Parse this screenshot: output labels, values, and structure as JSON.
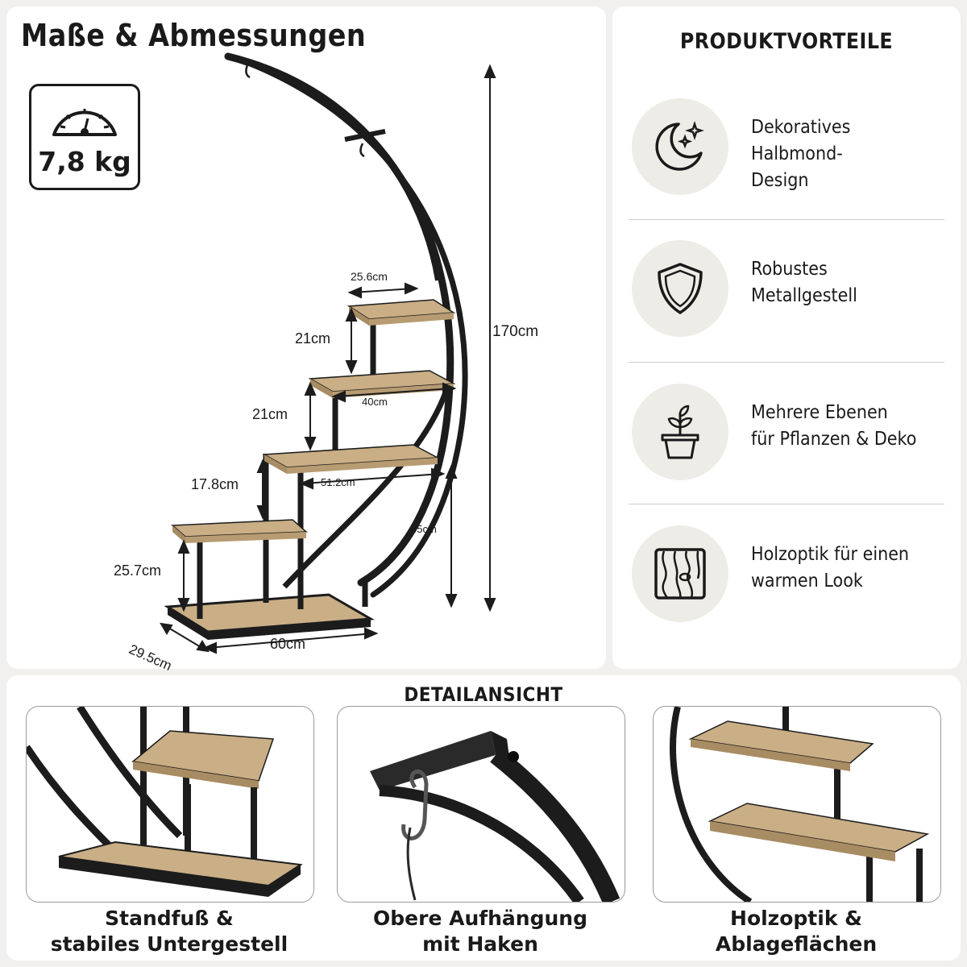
{
  "dimensions_panel": {
    "title": "Maße & Abmessungen",
    "weight": "7,8 kg",
    "labels": {
      "top_depth": "25.6cm",
      "height_upper": "21cm",
      "width_second": "40cm",
      "height_middle": "21cm",
      "width_third": "51.2cm",
      "height_lower": "17.8cm",
      "base_height": "25.7cm",
      "depth": "29.5cm",
      "width_base": "60cm",
      "shelf_height": "45cm",
      "total_height": "170cm"
    }
  },
  "benefits_panel": {
    "title": "PRODUKTVORTEILE",
    "items": [
      {
        "icon": "moon-stars-icon",
        "line1": "Dekoratives Halbmond-",
        "line2": "Design"
      },
      {
        "icon": "shield-icon",
        "line1": "Robustes",
        "line2": "Metallgestell"
      },
      {
        "icon": "plant-pot-icon",
        "line1": "Mehrere Ebenen",
        "line2": "für Pflanzen & Deko"
      },
      {
        "icon": "wood-grain-icon",
        "line1": "Holzoptik für einen",
        "line2": "warmen Look"
      }
    ]
  },
  "detail_panel": {
    "title": "DETAILANSICHT",
    "items": [
      {
        "line1": "Standfuß &",
        "line2": "stabiles Untergestell"
      },
      {
        "line1": "Obere Aufhängung",
        "line2": "mit Haken"
      },
      {
        "line1": "Holzoptik &",
        "line2": "Ablageflächen"
      }
    ]
  },
  "colors": {
    "frame": "#1c1c1c",
    "wood": "#c9ae86",
    "wood_dark": "#a88c63",
    "icon_circle": "#eeece6"
  }
}
